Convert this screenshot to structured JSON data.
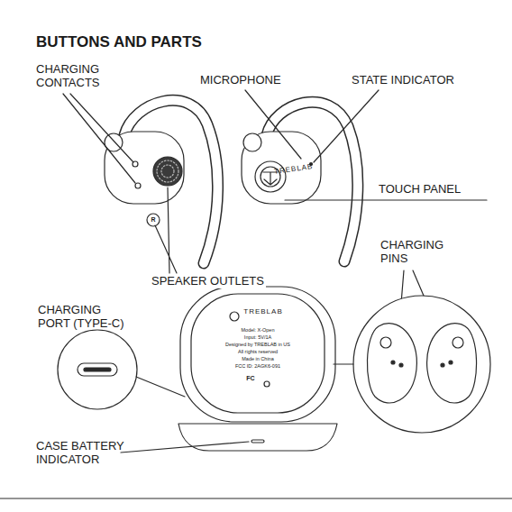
{
  "diagram": {
    "title": "BUTTONS AND PARTS",
    "labels": [
      "CHARGING CONTACTS",
      "MICROPHONE",
      "STATE INDICATOR",
      "TOUCH PANEL",
      "CHARGING PINS",
      "SPEAKER OUTLETS",
      "CHARGING PORT (TYPE-C)",
      "CASE BATTERY INDICATOR",
      "R",
      "TREBLAB",
      "TREBLAB",
      "Model: X-Open",
      "Input: 5V/1A",
      "Designed by TREBLAB in US",
      "All rights reserved",
      "Made in China",
      "FCC ID: 2AGK6-091",
      "FC"
    ]
  }
}
